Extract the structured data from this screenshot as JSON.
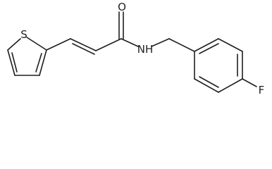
{
  "structure": {
    "atoms": {
      "sulfur": "S",
      "oxygen": "O",
      "nitrogen_hydrogen": "NH",
      "fluorine": "F"
    }
  },
  "colors": {
    "bond": "#1f1f1f",
    "background": "#ffffff"
  }
}
